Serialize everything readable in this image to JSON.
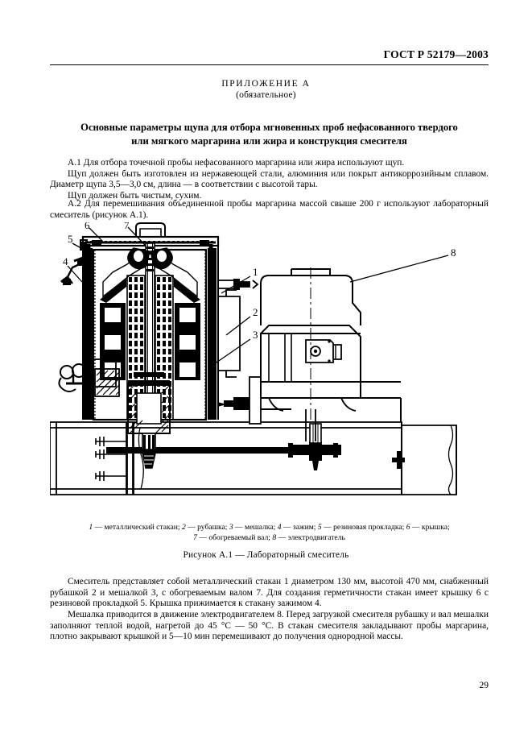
{
  "header": {
    "standard": "ГОСТ Р 52179—2003"
  },
  "appendix": {
    "label": "ПРИЛОЖЕНИЕ А",
    "status": "(обязательное)",
    "title_line1": "Основные параметры щупа для отбора мгновенных проб нефасованного твердого",
    "title_line2": "или мягкого маргарина или жира и конструкция смесителя"
  },
  "body": {
    "a1_p1": "А.1  Для отбора точечной пробы нефасованного маргарина или жира используют щуп.",
    "a1_p2": "Щуп должен быть изготовлен из нержавеющей стали, алюминия или покрыт антикоррозийным сплавом. Диаметр щупа 3,5—3,0 см, длина — в соответствии с высотой тары.",
    "a1_p3": "Щуп должен быть чистым, сухим.",
    "a2_p1": "А.2  Для перемешивания объединенной пробы маргарина массой свыше 200 г используют лабораторный смеситель (рисунок А.1).",
    "p_after_1": "Смеситель представляет собой металлический стакан 1 диаметром 130 мм, высотой 470 мм, снабженный рубашкой 2 и мешалкой 3, с обогреваемым валом 7. Для создания герметичности стакан имеет крышку 6 с резиновой прокладкой 5. Крышка прижимается к стакану зажимом 4.",
    "p_after_2": "Мешалка приводится в движение электродвигателем 8. Перед загрузкой смесителя рубашку и вал мешалки заполняют теплой водой, нагретой до 45 °С — 50 °С. В стакан смесителя закладывают пробы маргарина, плотно закрывают крышкой и 5—10 мин перемешивают до получения однородной массы."
  },
  "figure": {
    "callouts": [
      "1",
      "2",
      "3",
      "4",
      "5",
      "6",
      "7",
      "8"
    ],
    "legend_line1": "1 — металлический стакан; 2 — рубашка; 3 — мешалка; 4 — зажим; 5 — резиновая прокладка; 6 — крышка;",
    "legend_line2": "7 — обогреваемый вал; 8 — электродвигатель",
    "legend_items": [
      {
        "num": "1",
        "text": "металлический стакан"
      },
      {
        "num": "2",
        "text": "рубашка"
      },
      {
        "num": "3",
        "text": "мешалка"
      },
      {
        "num": "4",
        "text": "зажим"
      },
      {
        "num": "5",
        "text": "резиновая прокладка"
      },
      {
        "num": "6",
        "text": "крышка"
      },
      {
        "num": "7",
        "text": "обогреваемый вал"
      },
      {
        "num": "8",
        "text": "электродвигатель"
      }
    ],
    "caption": "Рисунок А.1 — Лабораторный смеситель"
  },
  "footer": {
    "page_number": "29"
  }
}
